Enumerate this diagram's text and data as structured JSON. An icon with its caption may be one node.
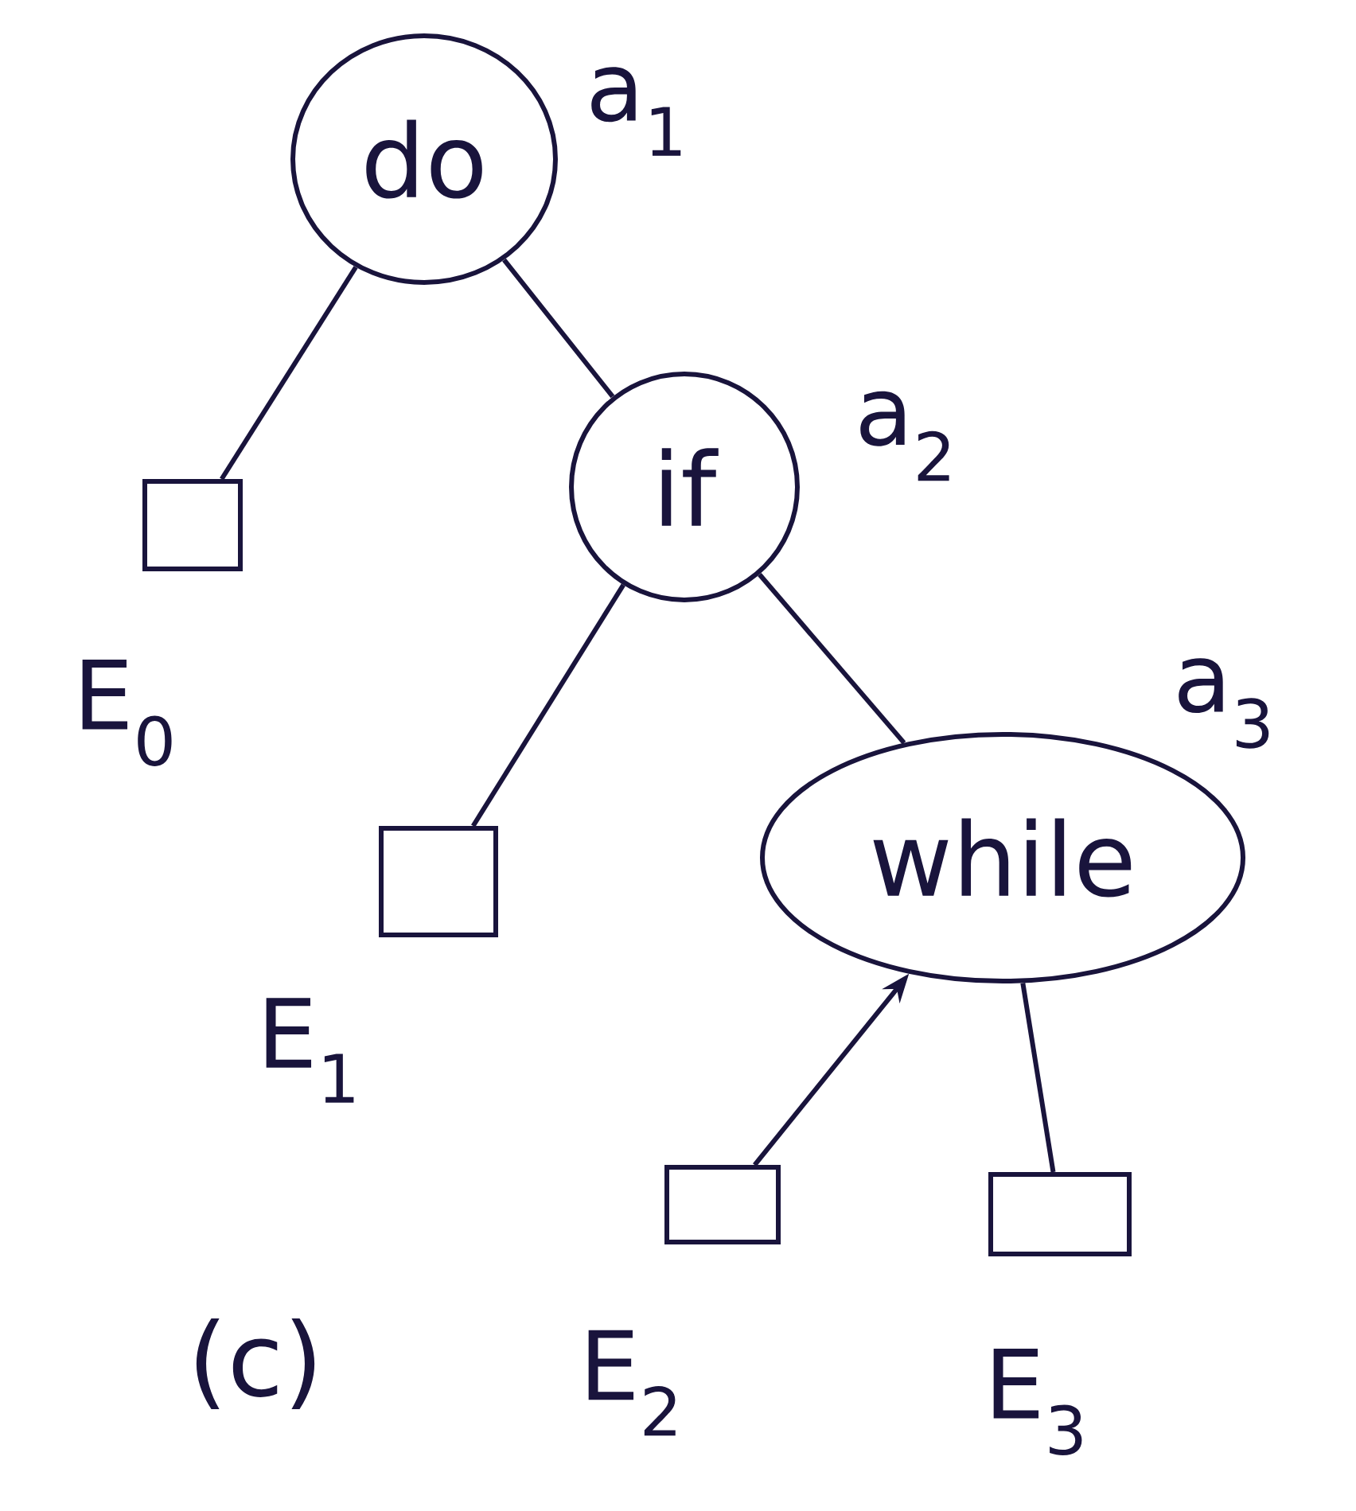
{
  "diagram": {
    "nodes": [
      {
        "text": [
          "do"
        ],
        "beside": [
          "a$_{1}$"
        ]
      },
      {
        "text": [],
        "shape": "box",
        "beside": [
          "E$_{0}$"
        ]
      },
      {
        "text": [
          "if"
        ],
        "beside": [
          "a$_{2}$"
        ]
      },
      {
        "text": [],
        "shape": "box",
        "beside": [
          "E$_{1}$"
        ]
      },
      {
        "text": [
          "while"
        ],
        "beside": [
          "a$_{3}$"
        ]
      },
      {
        "text": [],
        "shape": "box",
        "beside": [
          "E$_{2}$"
        ]
      },
      {
        "text": [],
        "shape": "box",
        "beside": [
          "E$_{3}$"
        ]
      }
    ],
    "edges": [
      {
        "from": 0,
        "to": 1,
        "arrow": "none"
      },
      {
        "from": 0,
        "to": 2,
        "arrow": "none"
      },
      {
        "from": 2,
        "to": 3,
        "arrow": "none"
      },
      {
        "from": 2,
        "to": 4,
        "arrow": "none"
      },
      {
        "from": 5,
        "to": 4,
        "arrow": "to"
      },
      {
        "from": 4,
        "to": 6,
        "arrow": "none"
      }
    ],
    "labels": [
      "(c)"
    ]
  }
}
